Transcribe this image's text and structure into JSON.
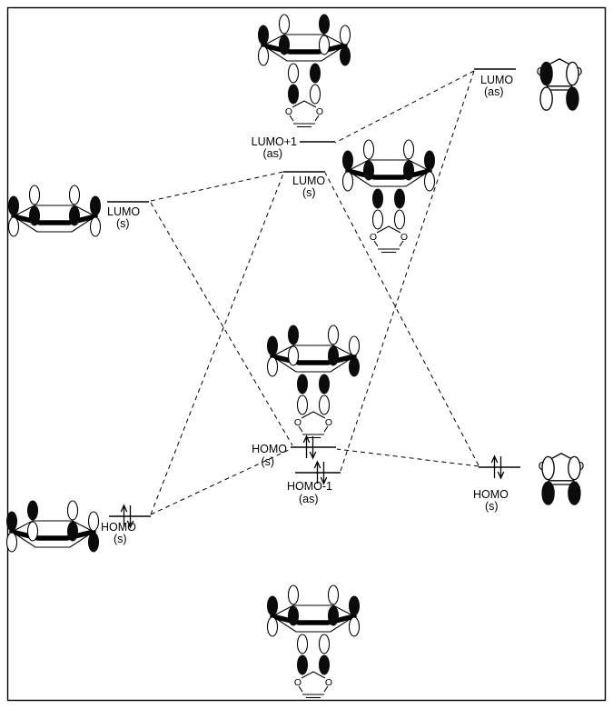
{
  "atoms": {
    "o": "O"
  },
  "levels": {
    "left_lumo": {
      "label": "LUMO",
      "symmetry": "(s)"
    },
    "left_homo": {
      "label": "HOMO",
      "symmetry": "(s)"
    },
    "center_lumo_plus_1": {
      "label": "LUMO+1",
      "symmetry": "(as)"
    },
    "center_lumo": {
      "label": "LUMO",
      "symmetry": "(s)"
    },
    "center_homo": {
      "label": "HOMO",
      "symmetry": "(s)"
    },
    "center_homo_minus_1": {
      "label": "HOMO-1",
      "symmetry": "(as)"
    },
    "right_lumo": {
      "label": "LUMO",
      "symmetry": "(as)"
    },
    "right_homo": {
      "label": "HOMO",
      "symmetry": "(s)"
    }
  },
  "colors": {
    "ink": "#000000",
    "background": "#ffffff"
  }
}
